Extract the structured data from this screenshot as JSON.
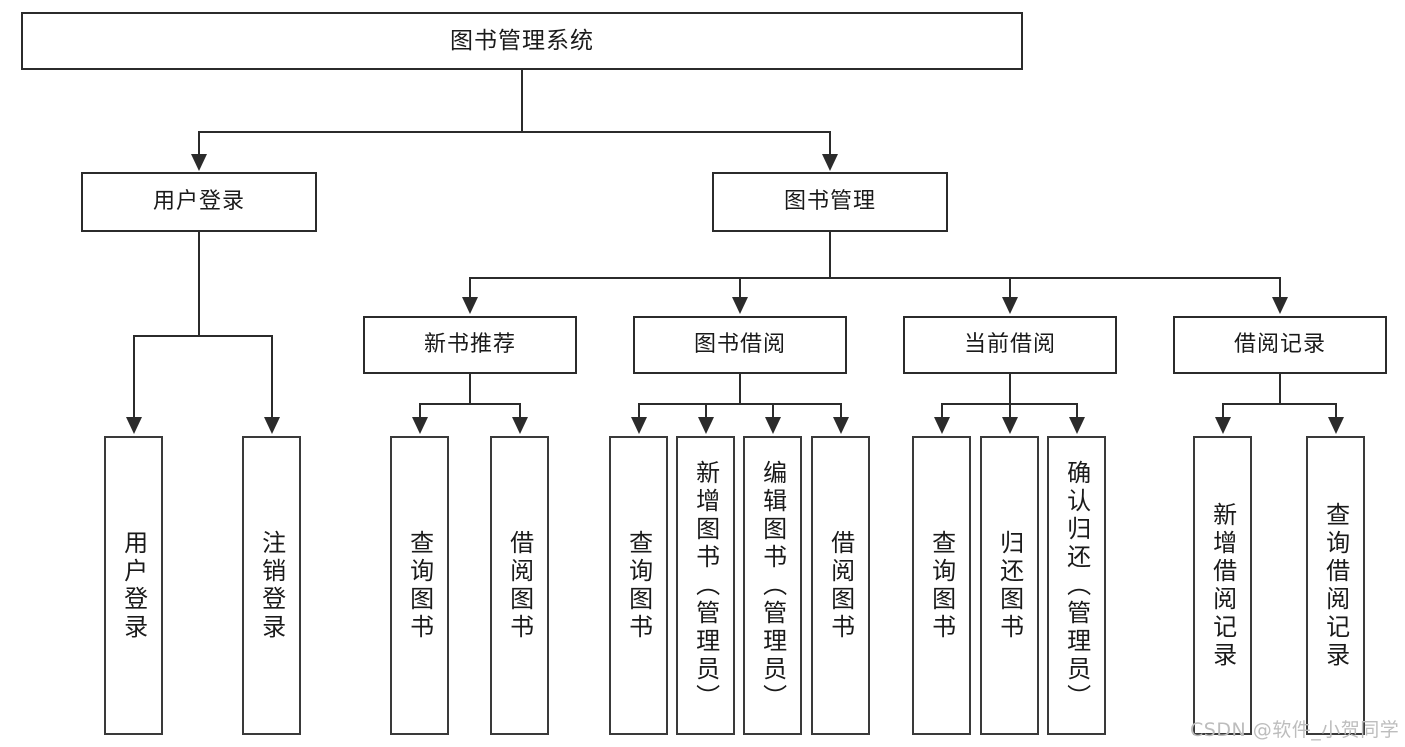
{
  "diagram": {
    "title": "图书管理系统",
    "root": {
      "id": "root",
      "label": "图书管理系统"
    },
    "level2": [
      {
        "id": "user-login",
        "label": "用户登录"
      },
      {
        "id": "book-manage",
        "label": "图书管理"
      }
    ],
    "level3": [
      {
        "id": "new-book-recommend",
        "label": "新书推荐"
      },
      {
        "id": "book-borrow",
        "label": "图书借阅"
      },
      {
        "id": "current-borrow",
        "label": "当前借阅"
      },
      {
        "id": "borrow-record",
        "label": "借阅记录"
      }
    ],
    "leaves": {
      "user_login": [
        {
          "id": "leaf-user-login",
          "label": "用户登录"
        },
        {
          "id": "leaf-logout",
          "label": "注销登录"
        }
      ],
      "new_book_recommend": [
        {
          "id": "leaf-query-book-1",
          "label": "查询图书"
        },
        {
          "id": "leaf-borrow-book-1",
          "label": "借阅图书"
        }
      ],
      "book_borrow": [
        {
          "id": "leaf-query-book-2",
          "label": "查询图书"
        },
        {
          "id": "leaf-add-book",
          "label": "新增图书（管理员）"
        },
        {
          "id": "leaf-edit-book",
          "label": "编辑图书（管理员）"
        },
        {
          "id": "leaf-borrow-book-2",
          "label": "借阅图书"
        }
      ],
      "current_borrow": [
        {
          "id": "leaf-query-book-3",
          "label": "查询图书"
        },
        {
          "id": "leaf-return-book",
          "label": "归还图书"
        },
        {
          "id": "leaf-confirm-return",
          "label": "确认归还（管理员）"
        }
      ],
      "borrow_record": [
        {
          "id": "leaf-add-record",
          "label": "新增借阅记录"
        },
        {
          "id": "leaf-query-record",
          "label": "查询借阅记录"
        }
      ]
    }
  },
  "watermark": {
    "text": "CSDN @软件_小贺同学"
  },
  "colors": {
    "stroke": "#2b2b2b",
    "box_fill": "#ffffff",
    "text": "#1a1a1a",
    "watermark": "#bdbdbd",
    "background": "#ffffff"
  }
}
